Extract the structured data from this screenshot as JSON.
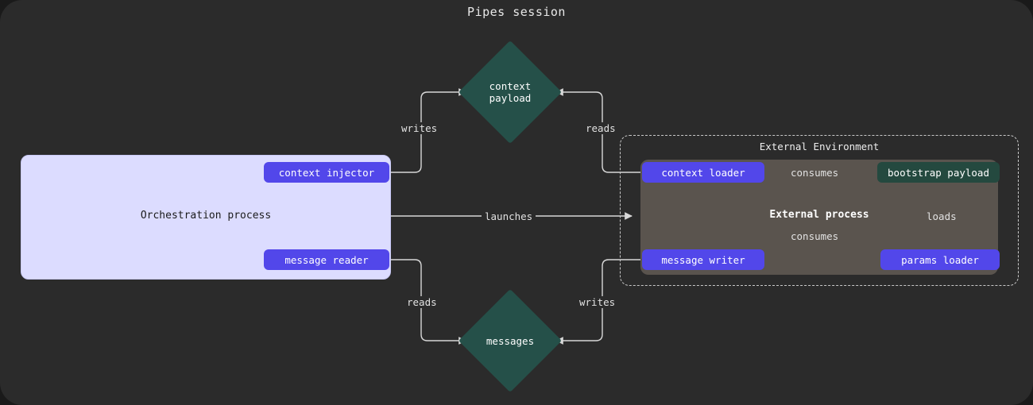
{
  "diagram": {
    "title": "Pipes session",
    "background_color": "#2b2b2b",
    "accent_op_color": "#5247ea",
    "accent_payload_color": "#24493f",
    "cluster_orch_color": "#dcdcff",
    "cluster_proc_color": "#5a544e"
  },
  "clusters": {
    "orchestration": {
      "label": "Orchestration process"
    },
    "external_environment": {
      "label": "External Environment"
    },
    "external_process": {
      "label": "External process"
    }
  },
  "nodes": {
    "context_injector": {
      "label": "context injector"
    },
    "message_reader": {
      "label": "message reader"
    },
    "context_loader": {
      "label": "context loader"
    },
    "message_writer": {
      "label": "message writer"
    },
    "params_loader": {
      "label": "params loader"
    },
    "bootstrap_payload": {
      "label": "bootstrap payload"
    },
    "context_payload": {
      "label": "context\npayload"
    },
    "messages": {
      "label": "messages"
    }
  },
  "edges": [
    {
      "id": "injector-writes-context",
      "label": "writes",
      "from": "context_injector",
      "to": "context_payload"
    },
    {
      "id": "loader-reads-context",
      "label": "reads",
      "from": "context_loader",
      "to": "context_payload"
    },
    {
      "id": "orch-launches-env",
      "label": "launches",
      "from": "orchestration",
      "to": "external_environment"
    },
    {
      "id": "reader-reads-messages",
      "label": "reads",
      "from": "message_reader",
      "to": "messages"
    },
    {
      "id": "writer-writes-messages",
      "label": "writes",
      "from": "message_writer",
      "to": "messages"
    },
    {
      "id": "ctxloader-consumes-bootstrap",
      "label": "consumes",
      "from": "context_loader",
      "to": "bootstrap_payload"
    },
    {
      "id": "msgwriter-consumes-bootstrap",
      "label": "consumes",
      "from": "message_writer",
      "to": "bootstrap_payload"
    },
    {
      "id": "paramsloader-loads-bootstrap",
      "label": "loads",
      "from": "params_loader",
      "to": "bootstrap_payload"
    }
  ]
}
